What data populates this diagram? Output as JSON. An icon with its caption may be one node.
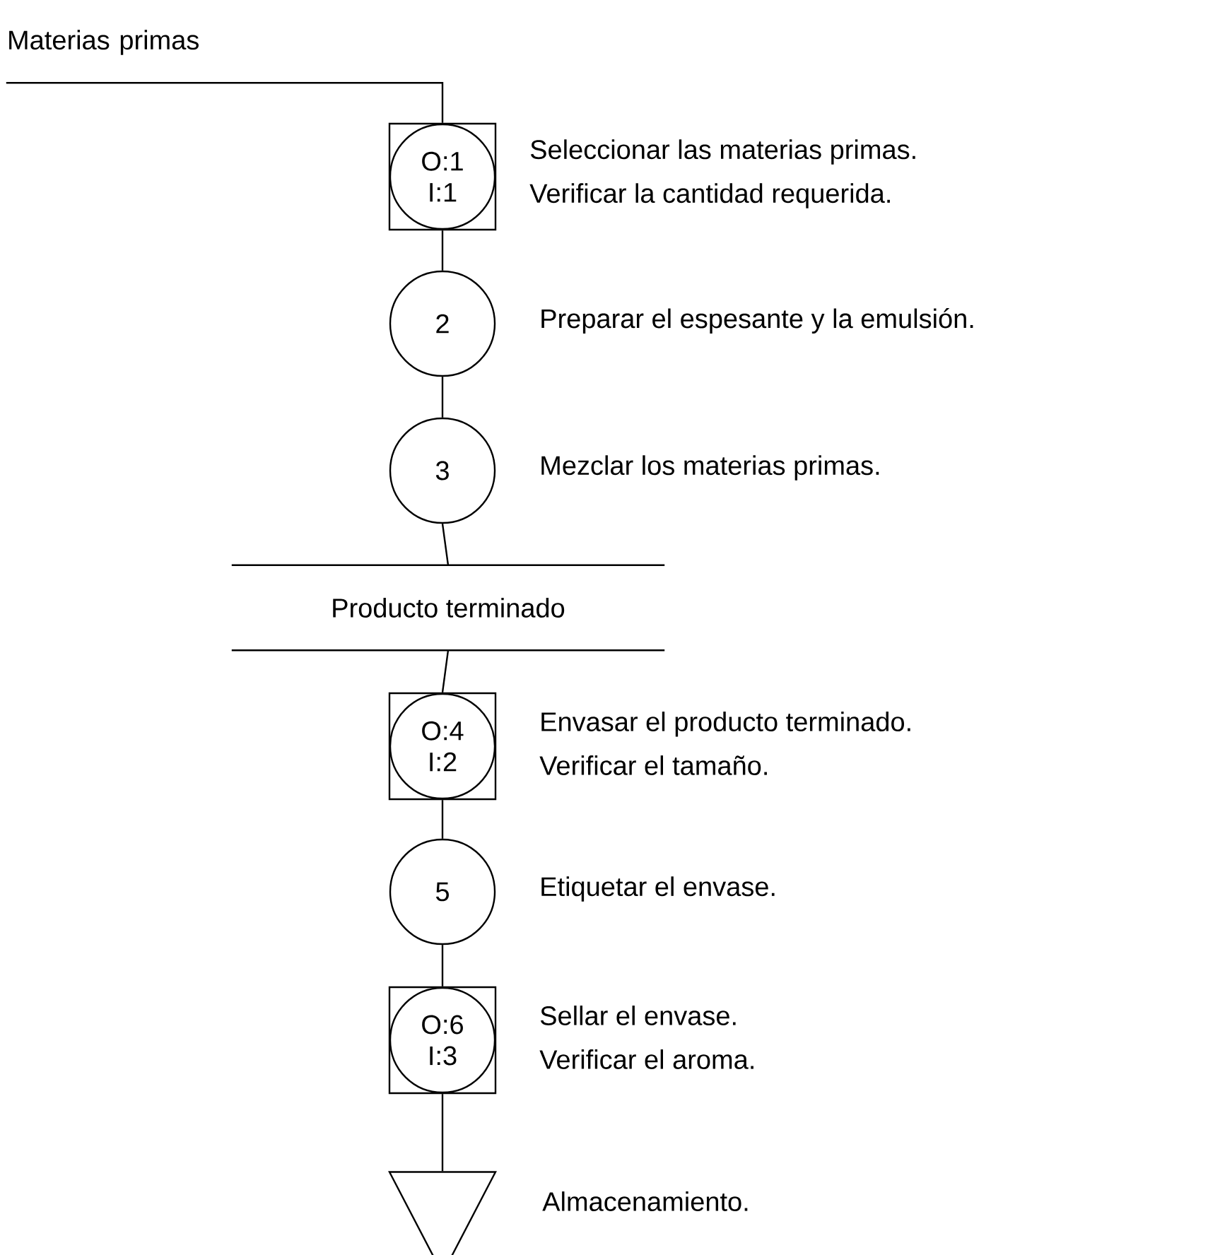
{
  "diagram": {
    "nodes": [
      {
        "text": [
          "Materias primas"
        ]
      },
      {
        "text": [
          "O:1",
          "I:1"
        ],
        "beside": [
          "Seleccionar las materias primas.",
          "Verificar la cantidad requerida."
        ]
      },
      {
        "text": [
          "2"
        ],
        "beside": [
          "Preparar el espesante y la emulsión."
        ]
      },
      {
        "text": [
          "3"
        ],
        "beside": [
          "Mezclar los materias primas."
        ]
      },
      {
        "text": [
          "Producto terminado"
        ]
      },
      {
        "text": [
          "O:4",
          "I:2"
        ],
        "beside": [
          "Envasar el producto terminado.",
          "Verificar el tamaño."
        ]
      },
      {
        "text": [
          "5"
        ],
        "beside": [
          "Etiquetar el envase."
        ]
      },
      {
        "text": [
          "O:6",
          "I:3"
        ],
        "beside": [
          "Sellar el envase.",
          "Verificar el aroma."
        ]
      },
      {
        "text": [],
        "shape": "triangle",
        "beside": [
          "Almacenamiento."
        ]
      }
    ],
    "edges": [
      {
        "from": 0,
        "to": 1,
        "arrow": "none"
      },
      {
        "from": 1,
        "to": 2,
        "arrow": "none"
      },
      {
        "from": 2,
        "to": 3,
        "arrow": "none"
      },
      {
        "from": 3,
        "to": 4,
        "arrow": "none"
      },
      {
        "from": 4,
        "to": 5,
        "arrow": "none"
      },
      {
        "from": 5,
        "to": 6,
        "arrow": "none"
      },
      {
        "from": 6,
        "to": 7,
        "arrow": "none"
      },
      {
        "from": 7,
        "to": 8,
        "arrow": "none"
      }
    ]
  }
}
